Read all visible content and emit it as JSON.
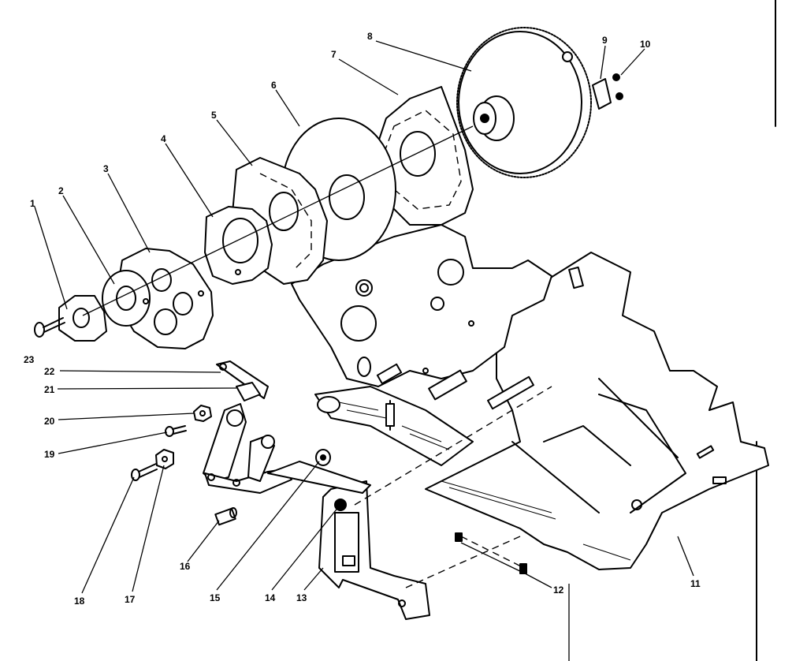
{
  "callouts": [
    {
      "id": "c1",
      "text": "1"
    },
    {
      "id": "c2",
      "text": "2"
    },
    {
      "id": "c3",
      "text": "3"
    },
    {
      "id": "c4",
      "text": "4"
    },
    {
      "id": "c5",
      "text": "5"
    },
    {
      "id": "c6",
      "text": "6"
    },
    {
      "id": "c7",
      "text": "7"
    },
    {
      "id": "c8",
      "text": "8"
    },
    {
      "id": "c9",
      "text": "9"
    },
    {
      "id": "c10",
      "text": "10"
    },
    {
      "id": "c11",
      "text": "11"
    },
    {
      "id": "c12",
      "text": "12"
    },
    {
      "id": "c13",
      "text": "13"
    },
    {
      "id": "c14",
      "text": "14"
    },
    {
      "id": "c15",
      "text": "15"
    },
    {
      "id": "c16",
      "text": "16"
    },
    {
      "id": "c17",
      "text": "17"
    },
    {
      "id": "c18",
      "text": "18"
    },
    {
      "id": "c19",
      "text": "19"
    },
    {
      "id": "c20",
      "text": "20"
    },
    {
      "id": "c21",
      "text": "21"
    },
    {
      "id": "c22",
      "text": "22"
    },
    {
      "id": "c23",
      "text": "23"
    }
  ]
}
